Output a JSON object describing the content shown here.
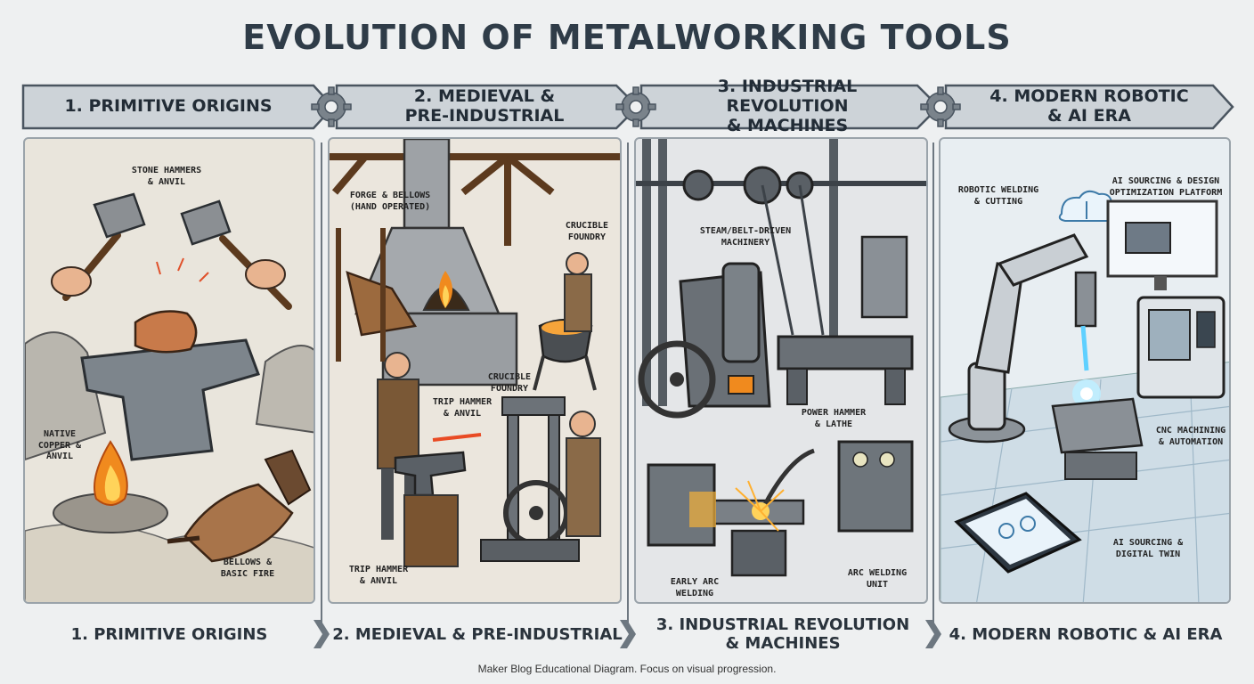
{
  "title": "EVOLUTION OF METALWORKING TOOLS",
  "stages": [
    {
      "banner": "1. PRIMITIVE ORIGINS",
      "bottom": "1. PRIMITIVE ORIGINS",
      "callouts": [
        "STONE HAMMERS\n& ANVIL",
        "NATIVE\nCOPPER &\nANVIL",
        "BELLOWS &\nBASIC FIRE"
      ]
    },
    {
      "banner": "2. MEDIEVAL &\nPRE-INDUSTRIAL",
      "bottom": "2. MEDIEVAL & PRE-INDUSTRIAL",
      "callouts": [
        "FORGE & BELLOWS\n(HAND OPERATED)",
        "CRUCIBLE\nFOUNDRY",
        "CRUCIBLE\nFOUNDRY",
        "TRIP HAMMER\n& ANVIL",
        "TRIP HAMMER\n& ANVIL"
      ]
    },
    {
      "banner": "3. INDUSTRIAL REVOLUTION\n& MACHINES",
      "bottom": "3. INDUSTRIAL REVOLUTION\n& MACHINES",
      "callouts": [
        "STEAM/BELT-DRIVEN\nMACHINERY",
        "POWER HAMMER\n& LATHE",
        "EARLY ARC\nWELDING",
        "ARC WELDING\nUNIT"
      ]
    },
    {
      "banner": "4. MODERN ROBOTIC\n& AI ERA",
      "bottom": "4. MODERN ROBOTIC & AI ERA",
      "callouts": [
        "ROBOTIC WELDING\n& CUTTING",
        "AI SOURCING & DESIGN\nOPTIMIZATION PLATFORM",
        "CNC MACHINING\n& AUTOMATION",
        "AI SOURCING &\nDIGITAL TWIN"
      ]
    }
  ],
  "footer": "Maker Blog Educational Diagram. Focus on visual progression.",
  "colors": {
    "banner_fill": "#c9cfd4",
    "banner_stroke": "#4a5560",
    "gear": "#6b747c",
    "fire": "#f08a1e",
    "spark": "#ffd35a",
    "laser": "#5fd0ff"
  }
}
